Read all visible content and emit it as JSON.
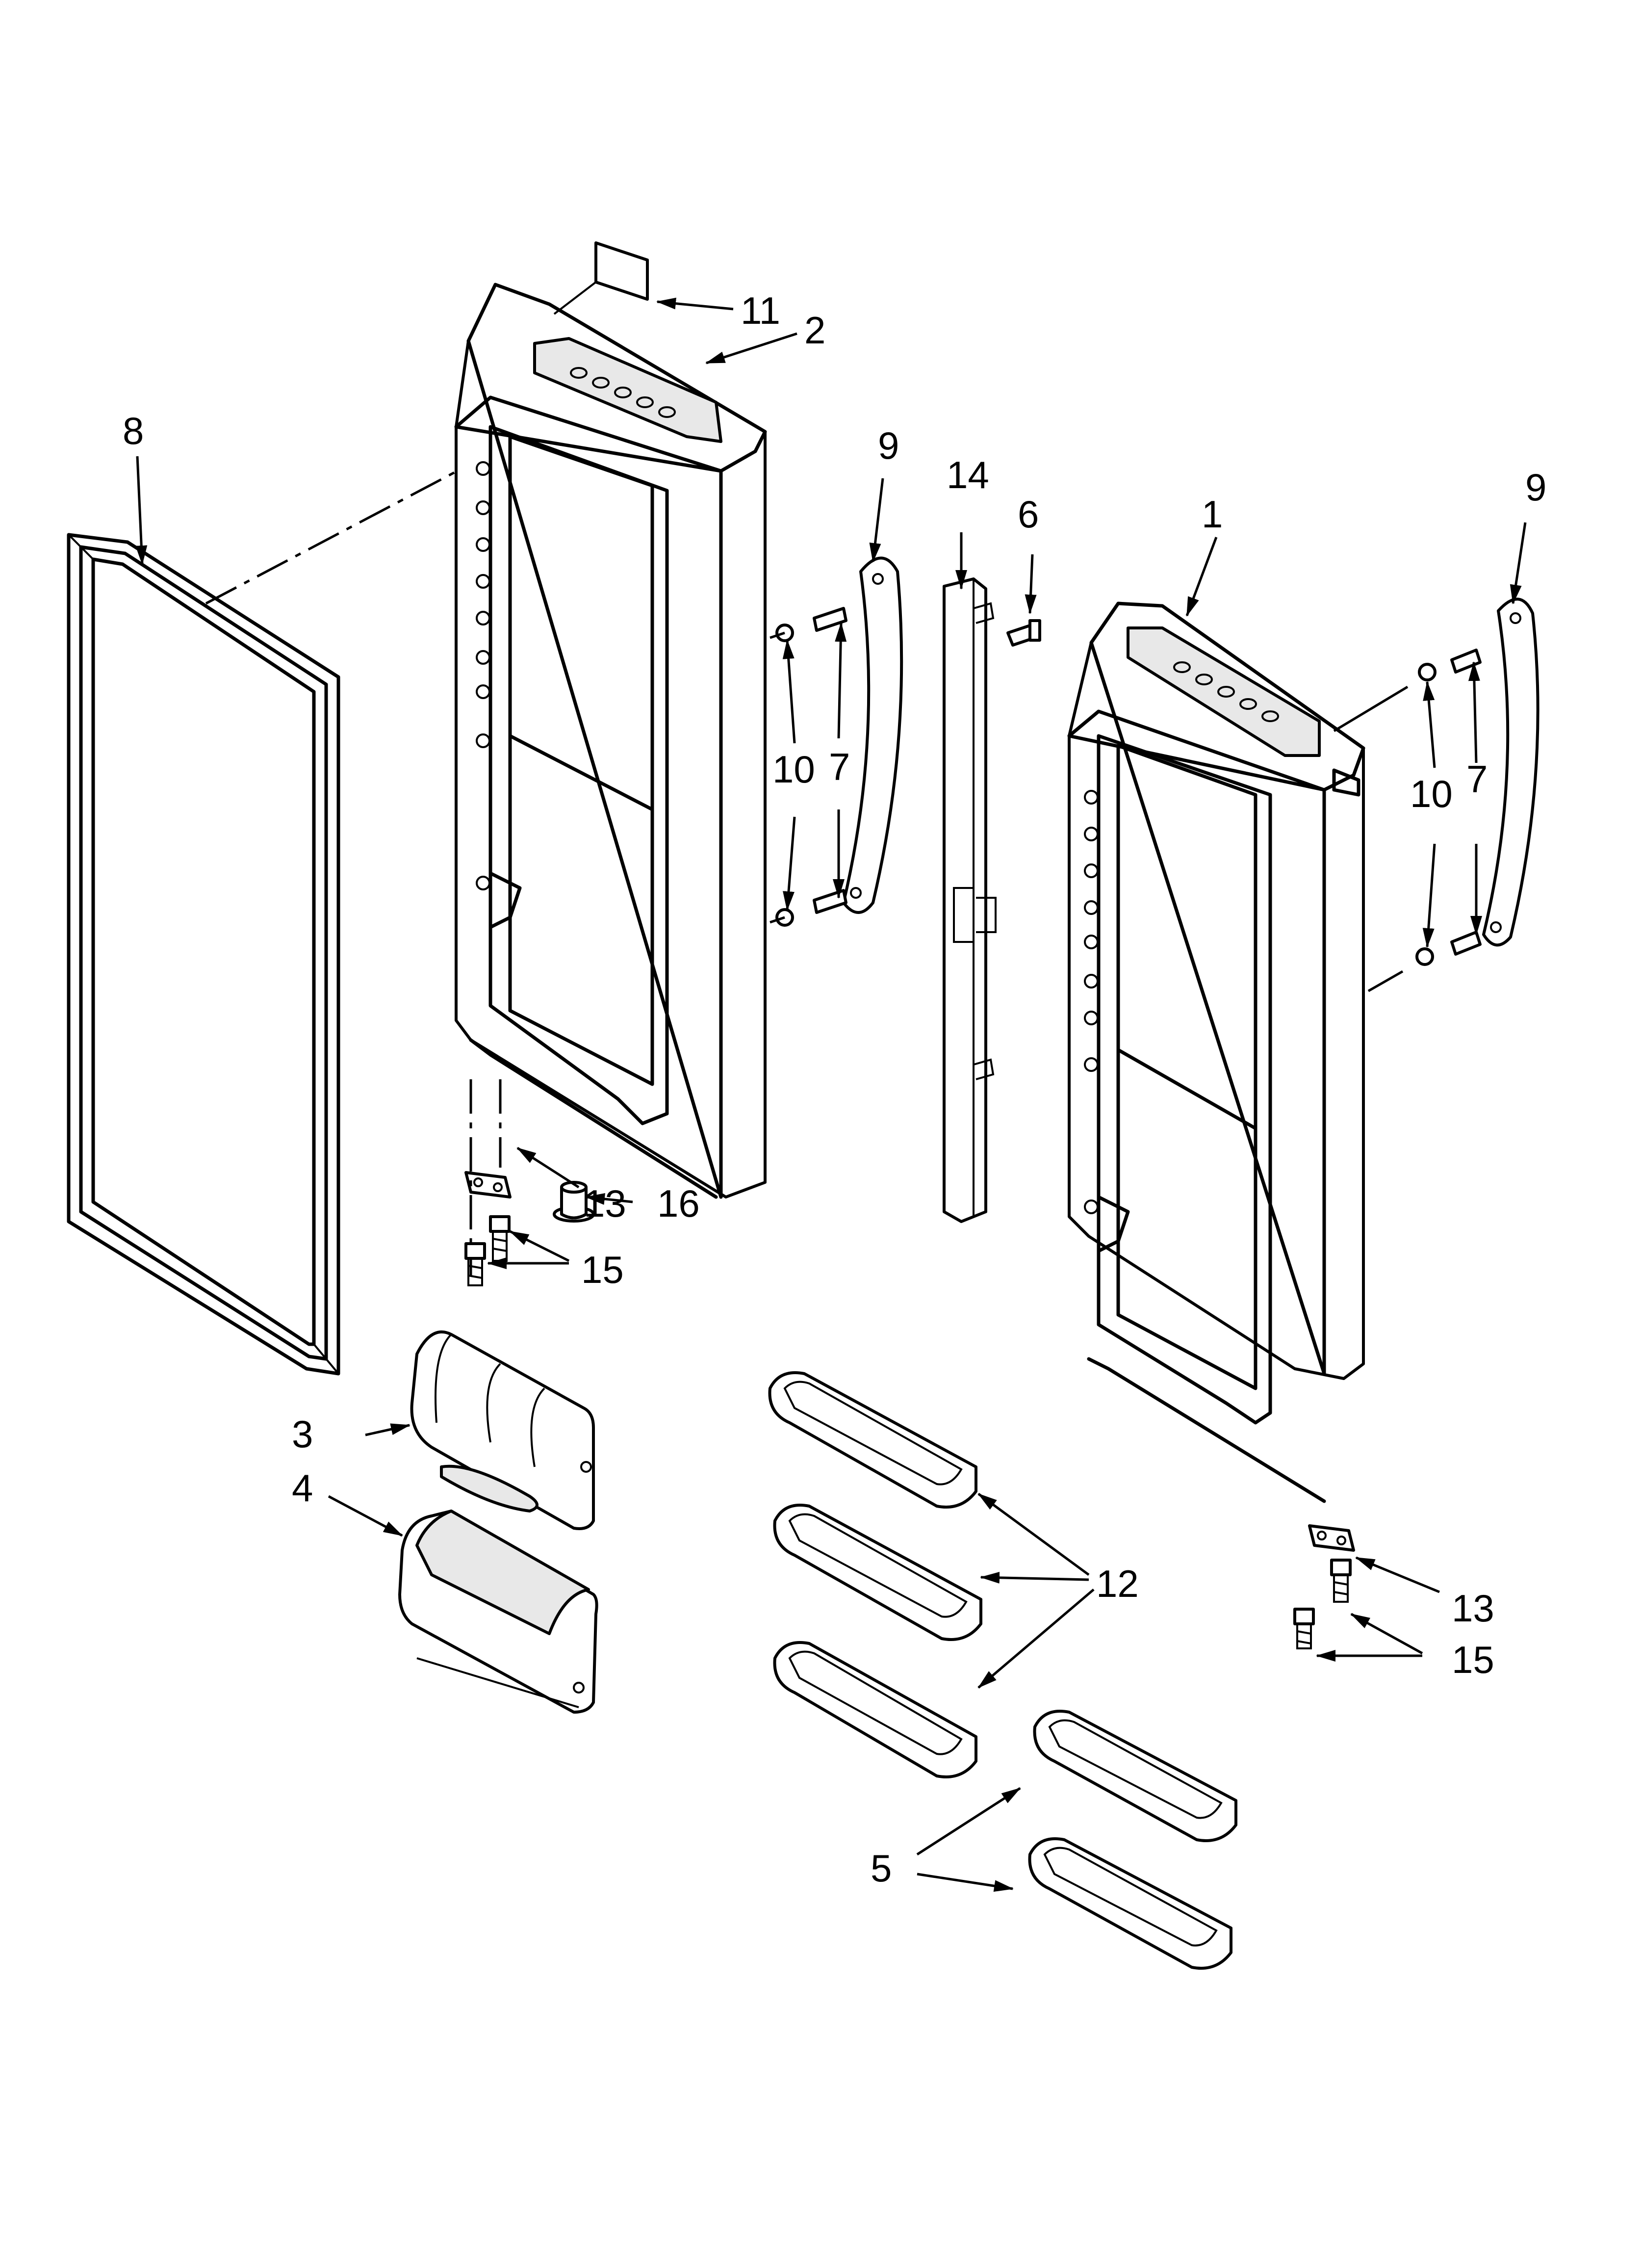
{
  "diagram": {
    "callouts": [
      {
        "id": "c1",
        "text": "1"
      },
      {
        "id": "c2",
        "text": "2"
      },
      {
        "id": "c3",
        "text": "3"
      },
      {
        "id": "c4",
        "text": "4"
      },
      {
        "id": "c5",
        "text": "5"
      },
      {
        "id": "c6",
        "text": "6"
      },
      {
        "id": "c7a",
        "text": "7"
      },
      {
        "id": "c7b",
        "text": "7"
      },
      {
        "id": "c8",
        "text": "8"
      },
      {
        "id": "c9a",
        "text": "9"
      },
      {
        "id": "c9b",
        "text": "9"
      },
      {
        "id": "c10a",
        "text": "10"
      },
      {
        "id": "c10b",
        "text": "10"
      },
      {
        "id": "c11",
        "text": "11"
      },
      {
        "id": "c12",
        "text": "12"
      },
      {
        "id": "c13a",
        "text": "13"
      },
      {
        "id": "c13b",
        "text": "13"
      },
      {
        "id": "c14",
        "text": "14"
      },
      {
        "id": "c15a",
        "text": "15"
      },
      {
        "id": "c15b",
        "text": "15"
      },
      {
        "id": "c16",
        "text": "16"
      }
    ]
  }
}
